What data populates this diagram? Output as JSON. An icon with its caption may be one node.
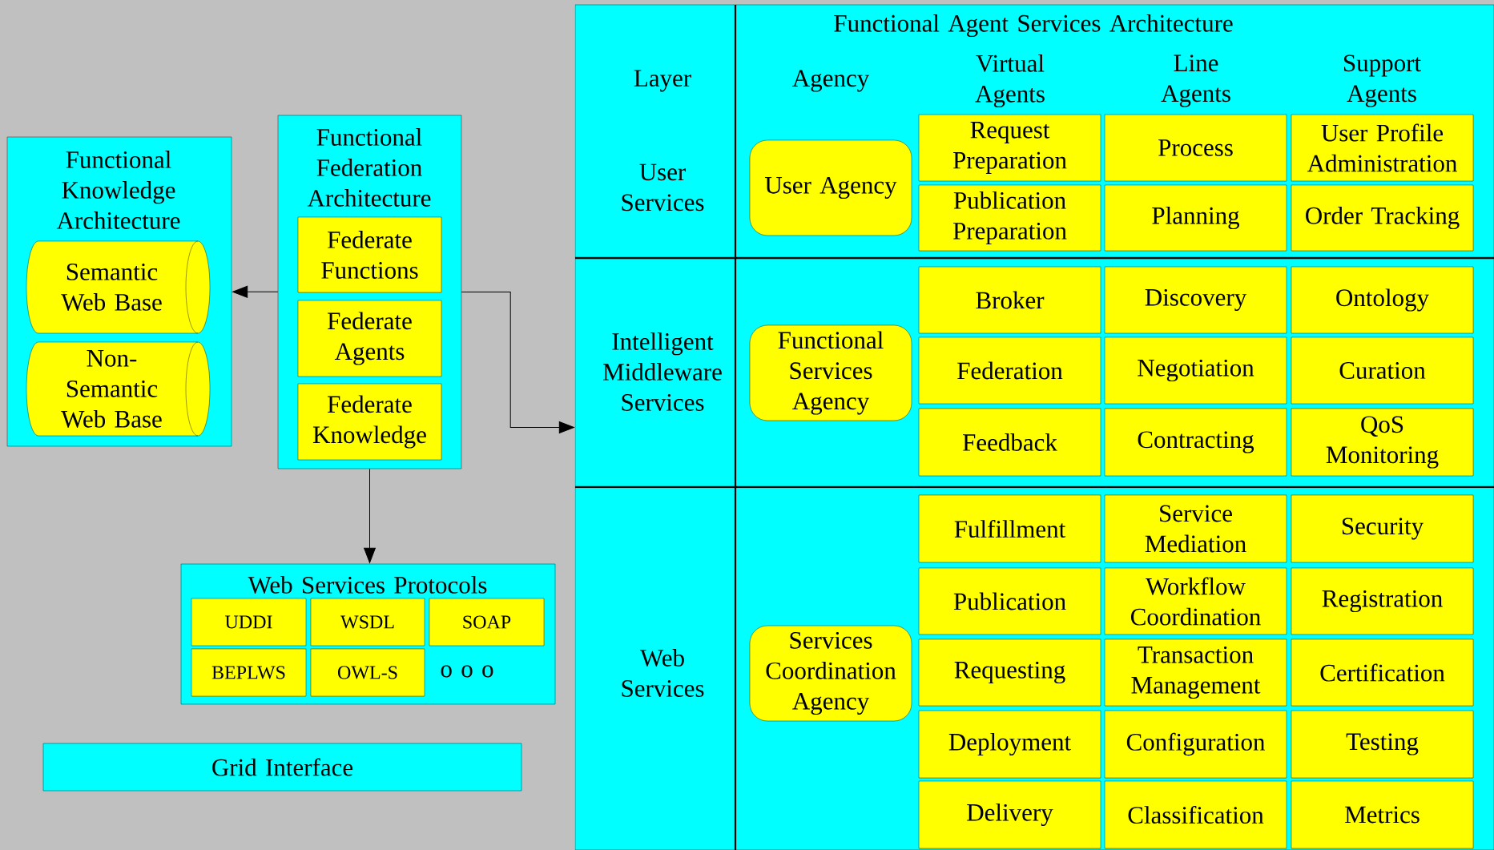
{
  "diagram": {
    "nodes": [
      {
        "text": [
          "Functional Knowledge Architecture"
        ]
      },
      {
        "text": [
          "Semantic Web Base"
        ],
        "in": 0
      },
      {
        "text": [
          "Non-Semantic Web Base"
        ],
        "in": 0
      },
      {
        "text": [
          "Functional Federation Architecture"
        ]
      },
      {
        "text": [
          "Federate Functions"
        ],
        "in": 3
      },
      {
        "text": [
          "Federate Agents"
        ],
        "in": 3
      },
      {
        "text": [
          "Federate Knowledge"
        ],
        "in": 3
      },
      {
        "text": [
          "Web Services Protocols",
          "o o o"
        ]
      },
      {
        "text": [
          "UDDI"
        ],
        "in": 7
      },
      {
        "text": [
          "WSDL"
        ],
        "in": 7
      },
      {
        "text": [
          "SOAP"
        ],
        "in": 7
      },
      {
        "text": [
          "BEPLWS"
        ],
        "in": 7
      },
      {
        "text": [
          "OWL-S"
        ],
        "in": 7
      },
      {
        "text": [
          "Grid Interface"
        ]
      },
      {
        "text": [
          "Functional Agent Services Architecture",
          "Layer",
          "Agency",
          "Virtual Agents",
          "Line Agents",
          "Support Agents",
          "User Services",
          "Intelligent Middleware Services",
          "Web Services"
        ]
      },
      {
        "text": [
          "User Agency"
        ],
        "in": 14
      },
      {
        "text": [
          "Request Preparation"
        ],
        "in": 14
      },
      {
        "text": [
          "Process"
        ],
        "in": 14
      },
      {
        "text": [
          "User Profile Administration"
        ],
        "in": 14
      },
      {
        "text": [
          "Publication Preparation"
        ],
        "in": 14
      },
      {
        "text": [
          "Planning"
        ],
        "in": 14
      },
      {
        "text": [
          "Order Tracking"
        ],
        "in": 14
      },
      {
        "text": [
          "Functional Services Agency"
        ],
        "in": 14
      },
      {
        "text": [
          "Broker"
        ],
        "in": 14
      },
      {
        "text": [
          "Discovery"
        ],
        "in": 14
      },
      {
        "text": [
          "Ontology"
        ],
        "in": 14
      },
      {
        "text": [
          "Federation"
        ],
        "in": 14
      },
      {
        "text": [
          "Negotiation"
        ],
        "in": 14
      },
      {
        "text": [
          "Curation"
        ],
        "in": 14
      },
      {
        "text": [
          "Feedback"
        ],
        "in": 14
      },
      {
        "text": [
          "Contracting"
        ],
        "in": 14
      },
      {
        "text": [
          "QoS Monitoring"
        ],
        "in": 14
      },
      {
        "text": [
          "Services Coordination Agency"
        ],
        "in": 14
      },
      {
        "text": [
          "Fulfillment"
        ],
        "in": 14
      },
      {
        "text": [
          "Service Mediation"
        ],
        "in": 14
      },
      {
        "text": [
          "Security"
        ],
        "in": 14
      },
      {
        "text": [
          "Publication"
        ],
        "in": 14
      },
      {
        "text": [
          "Workflow Coordination"
        ],
        "in": 14
      },
      {
        "text": [
          "Registration"
        ],
        "in": 14
      },
      {
        "text": [
          "Requesting"
        ],
        "in": 14
      },
      {
        "text": [
          "Transaction Management"
        ],
        "in": 14
      },
      {
        "text": [
          "Certification"
        ],
        "in": 14
      },
      {
        "text": [
          "Deployment"
        ],
        "in": 14
      },
      {
        "text": [
          "Configuration"
        ],
        "in": 14
      },
      {
        "text": [
          "Testing"
        ],
        "in": 14
      },
      {
        "text": [
          "Delivery"
        ],
        "in": 14
      },
      {
        "text": [
          "Classification"
        ],
        "in": 14
      },
      {
        "text": [
          "Metrics"
        ],
        "in": 14
      }
    ],
    "edges": [
      {
        "from": 3,
        "to": 0,
        "arrow": "to"
      },
      {
        "from": 3,
        "to": 14,
        "arrow": "to"
      },
      {
        "from": 3,
        "to": 7,
        "arrow": "to"
      }
    ]
  }
}
